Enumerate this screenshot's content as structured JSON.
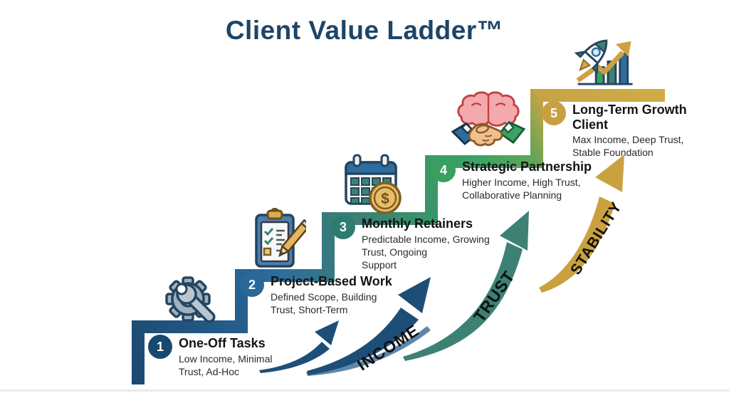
{
  "title": "Client Value Ladder™",
  "steps": [
    {
      "number": "1",
      "title": "One-Off Tasks",
      "description": "Low Income, Minimal\nTrust, Ad-Hoc",
      "color": "#17486f",
      "icon": "gear-wrench"
    },
    {
      "number": "2",
      "title": "Project-Based Work",
      "description": "Defined Scope, Building\nTrust, Short-Term",
      "color": "#2a6897",
      "icon": "clipboard-checklist"
    },
    {
      "number": "3",
      "title": "Monthly Retainers",
      "description": "Predictable Income, Growing\nTrust, Ongoing\nSupport",
      "color": "#2e7c6f",
      "icon": "calendar-money"
    },
    {
      "number": "4",
      "title": "Strategic Partnership",
      "description": "Higher Income, High Trust,\nCollaborative Planning",
      "color": "#3aa05f",
      "icon": "brain-handshake"
    },
    {
      "number": "5",
      "title": "Long-Term Growth\nClient",
      "description": "Max Income, Deep Trust,\nStable Foundation",
      "color": "#c8a042",
      "icon": "rocket-growth-chart"
    }
  ],
  "arrows": [
    {
      "label": "INCOME",
      "color": "#1d4e78"
    },
    {
      "label": "TRUST",
      "color": "#3d8174"
    },
    {
      "label": "STABILITY",
      "color": "#c9a23f"
    }
  ],
  "ladder_colors": {
    "navy": "#1c4870",
    "blue": "#2d6da0",
    "teal": "#3c8173",
    "green": "#3aa364",
    "gold": "#d2ab47"
  }
}
